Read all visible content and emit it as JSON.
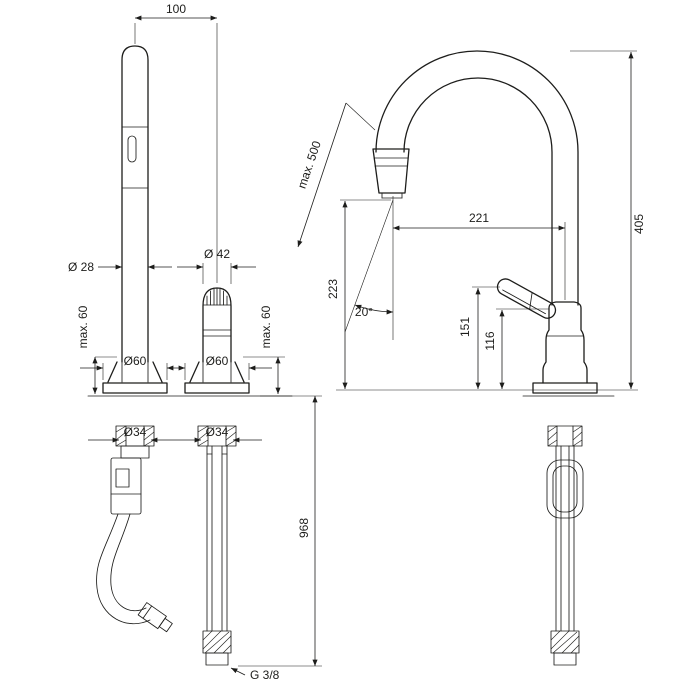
{
  "page": {
    "background": "#ffffff",
    "line_color": "#1d1d1b"
  },
  "labels": {
    "front": {
      "hole_spacing": "100",
      "spout_diameter": "Ø 28",
      "handle_diameter": "Ø 42",
      "max_thickness_left": "max. 60",
      "max_thickness_right": "max. 60",
      "base_diameter_left": "Ø60",
      "base_diameter_right": "Ø60",
      "shank_diameter_left": "Ø34",
      "shank_diameter_right": "Ø34",
      "hose_length": "968",
      "thread_size": "G 3/8"
    },
    "side": {
      "pullout_length": "max. 500",
      "spout_outlet_height": "223",
      "spray_angle": "20°",
      "spout_reach": "221",
      "total_height": "405",
      "lever_height": "151",
      "body_height": "116"
    }
  }
}
